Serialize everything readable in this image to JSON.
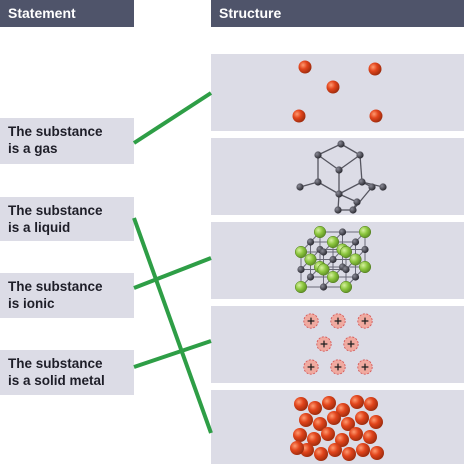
{
  "headers": {
    "statement": "Statement",
    "structure": "Structure"
  },
  "statements": [
    {
      "line1": "The substance",
      "line2": "is a gas"
    },
    {
      "line1": "The substance",
      "line2": "is a liquid"
    },
    {
      "line1": "The substance",
      "line2": "is ionic"
    },
    {
      "line1": "The substance",
      "line2": "is a solid metal"
    }
  ],
  "structures": [
    "gas",
    "giant-covalent",
    "ionic-lattice",
    "metal-ions",
    "liquid"
  ],
  "matches": [
    {
      "statement": 0,
      "structure": 0
    },
    {
      "statement": 1,
      "structure": 4
    },
    {
      "statement": 2,
      "structure": 2
    },
    {
      "statement": 3,
      "structure": 3
    }
  ],
  "colors": {
    "header": "#4f546a",
    "panel": "#dcdce6",
    "connector": "#2e9e46",
    "particle_red": "#e2451c",
    "atom_dark": "#3c3c46",
    "ion_green": "#8cc63e",
    "ion_pink": "#f0aaa0"
  }
}
